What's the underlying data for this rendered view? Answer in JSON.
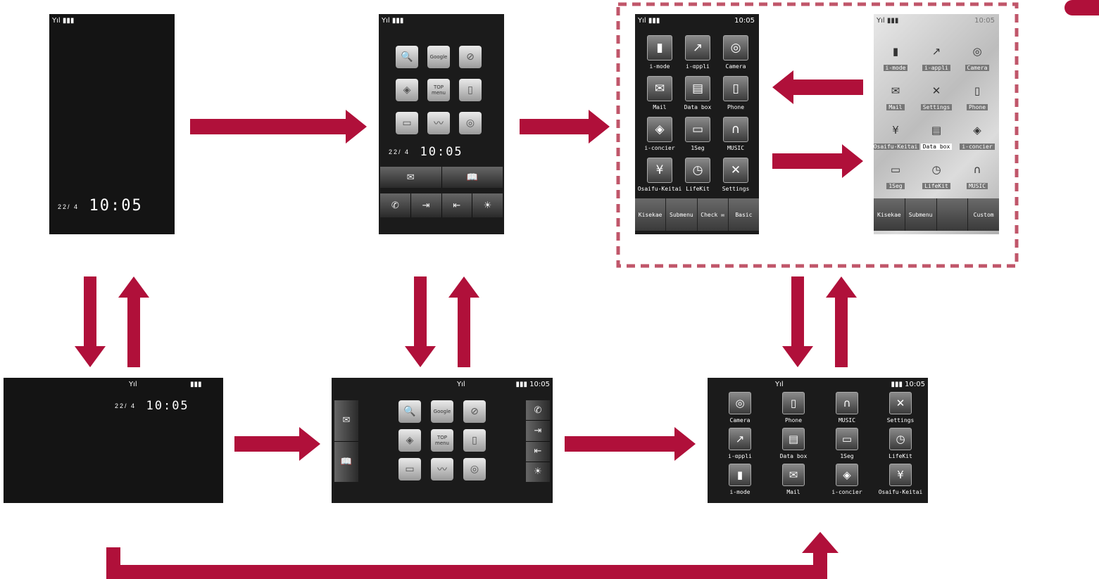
{
  "colors": {
    "arrow": "#b0103a",
    "dashed_border": "#c0566a",
    "screen_bg": "#1b1b1b",
    "tab": "#b0103a"
  },
  "status": {
    "signal": "Yıl",
    "battery": "▮▮▮",
    "time": "10:05"
  },
  "clock": {
    "date": "22/ 4",
    "time": "10:05"
  },
  "standby_tiles": [
    {
      "icon": "search-icon",
      "glyph": "🔍"
    },
    {
      "icon": "google-icon",
      "glyph": "",
      "text": "Google"
    },
    {
      "icon": "compass-icon",
      "glyph": "⊘"
    },
    {
      "icon": "iconcier-icon",
      "glyph": "◈"
    },
    {
      "icon": "top-menu-icon",
      "glyph": "",
      "text": "TOP menu"
    },
    {
      "icon": "i-mode-icon",
      "glyph": "▯"
    },
    {
      "icon": "monitor-icon",
      "glyph": "▭"
    },
    {
      "icon": "wave-icon",
      "glyph": "〰"
    },
    {
      "icon": "camera-icon",
      "glyph": "◎"
    }
  ],
  "standby_bar": {
    "top": [
      {
        "icon": "mail-icon",
        "glyph": "✉"
      },
      {
        "icon": "book-icon",
        "glyph": "📖"
      }
    ],
    "bottom": [
      {
        "icon": "phone-icon",
        "glyph": "✆"
      },
      {
        "icon": "enter-icon",
        "glyph": "⇥"
      },
      {
        "icon": "exit-icon",
        "glyph": "⇤"
      },
      {
        "icon": "light-icon",
        "glyph": "☀"
      }
    ]
  },
  "basic_menu": {
    "items": [
      {
        "label": "i-mode",
        "glyph": "▮"
      },
      {
        "label": "i-αppli",
        "glyph": "↗"
      },
      {
        "label": "Camera",
        "glyph": "◎"
      },
      {
        "label": "Mail",
        "glyph": "✉"
      },
      {
        "label": "Data box",
        "glyph": "▤"
      },
      {
        "label": "Phone",
        "glyph": "▯"
      },
      {
        "label": "i-concier",
        "glyph": "◈"
      },
      {
        "label": "1Seg",
        "glyph": "▭"
      },
      {
        "label": "MUSIC",
        "glyph": "∩"
      },
      {
        "label": "Osaifu-Keitai",
        "glyph": "¥"
      },
      {
        "label": "LifeKit",
        "glyph": "◷"
      },
      {
        "label": "Settings",
        "glyph": "✕"
      }
    ],
    "softkeys": [
      "Kisekae",
      "Submenu",
      "Check ✉",
      "Basic"
    ]
  },
  "custom_menu": {
    "items": [
      {
        "label": "i-mode",
        "glyph": "▮"
      },
      {
        "label": "i-appli",
        "glyph": "↗"
      },
      {
        "label": "Camera",
        "glyph": "◎"
      },
      {
        "label": "Mail",
        "glyph": "✉"
      },
      {
        "label": "Settings",
        "glyph": "✕"
      },
      {
        "label": "Phone",
        "glyph": "▯"
      },
      {
        "label": "Osaifu-Keitai",
        "glyph": "¥"
      },
      {
        "label": "Data box",
        "glyph": "▤",
        "selected": true
      },
      {
        "label": "i-concier",
        "glyph": "◈"
      },
      {
        "label": "1Seg",
        "glyph": "▭"
      },
      {
        "label": "LifeKit",
        "glyph": "◷"
      },
      {
        "label": "MUSIC",
        "glyph": "∩"
      }
    ],
    "softkeys": [
      "Kisekae",
      "Submenu",
      "",
      "Custom"
    ]
  },
  "landscape_menu": {
    "items": [
      {
        "label": "Camera",
        "glyph": "◎"
      },
      {
        "label": "Phone",
        "glyph": "▯"
      },
      {
        "label": "MUSIC",
        "glyph": "∩"
      },
      {
        "label": "Settings",
        "glyph": "✕"
      },
      {
        "label": "i-αppli",
        "glyph": "↗"
      },
      {
        "label": "Data box",
        "glyph": "▤"
      },
      {
        "label": "1Seg",
        "glyph": "▭"
      },
      {
        "label": "LifeKit",
        "glyph": "◷"
      },
      {
        "label": "i-mode",
        "glyph": "▮"
      },
      {
        "label": "Mail",
        "glyph": "✉"
      },
      {
        "label": "i-concier",
        "glyph": "◈"
      },
      {
        "label": "Osaifu-Keitai",
        "glyph": "¥"
      }
    ]
  },
  "landscape_standby": {
    "left": [
      {
        "icon": "mail-icon",
        "glyph": "✉"
      },
      {
        "icon": "book-icon",
        "glyph": "📖"
      }
    ],
    "right": [
      {
        "icon": "phone-icon",
        "glyph": "✆"
      },
      {
        "icon": "enter-icon",
        "glyph": "⇥"
      },
      {
        "icon": "exit-icon",
        "glyph": "⇤"
      },
      {
        "icon": "light-icon",
        "glyph": "☀"
      }
    ]
  }
}
